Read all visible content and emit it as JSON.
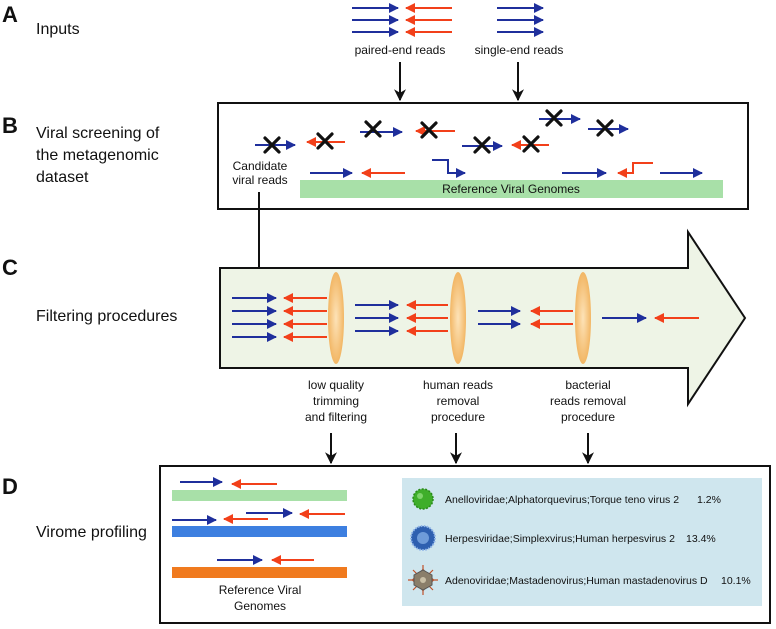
{
  "sections": {
    "A": {
      "letter": "A",
      "title_lines": [
        "Inputs"
      ]
    },
    "B": {
      "letter": "B",
      "title_lines": [
        "Viral screening of",
        "the metagenomic",
        "dataset"
      ]
    },
    "C": {
      "letter": "C",
      "title_lines": [
        "Filtering procedures"
      ]
    },
    "D": {
      "letter": "D",
      "title_lines": [
        "Virome profiling"
      ]
    }
  },
  "inputs": {
    "paired_label": "paired-end reads",
    "single_label": "single-end reads"
  },
  "screening": {
    "candidate_label_lines": [
      "Candidate",
      "viral reads"
    ],
    "reference_bar_label": "Reference Viral Genomes"
  },
  "filtering": {
    "steps": [
      {
        "label_lines": [
          "low quality",
          "trimming",
          "and filtering"
        ]
      },
      {
        "label_lines": [
          "human reads",
          "removal",
          "procedure"
        ]
      },
      {
        "label_lines": [
          "bacterial",
          "reads removal",
          "procedure"
        ]
      }
    ]
  },
  "profiling": {
    "reference_label_lines": [
      "Reference Viral",
      "Genomes"
    ],
    "results": [
      {
        "name": "Anelloviridae;Alphatorquevirus;Torque teno virus 2",
        "percent": "1.2%",
        "icon": "anellovirus-icon"
      },
      {
        "name": "Herpesviridae;Simplexvirus;Human herpesvirus 2",
        "percent": "13.4%",
        "icon": "herpesvirus-icon"
      },
      {
        "name": "Adenoviridae;Mastadenovirus;Human mastadenovirus D",
        "percent": "10.1%",
        "icon": "adenovirus-icon"
      }
    ]
  },
  "colors": {
    "forward_read": "#1f2f9c",
    "reverse_read": "#f2401a",
    "reference_bar": "#a8e0a8",
    "filter_lens": "#f6c27a",
    "big_arrow_fill": "#eef4e6",
    "results_panel": "#cfe6ee",
    "blue_bar": "#3d7fe0",
    "orange_bar": "#f07a1e"
  }
}
